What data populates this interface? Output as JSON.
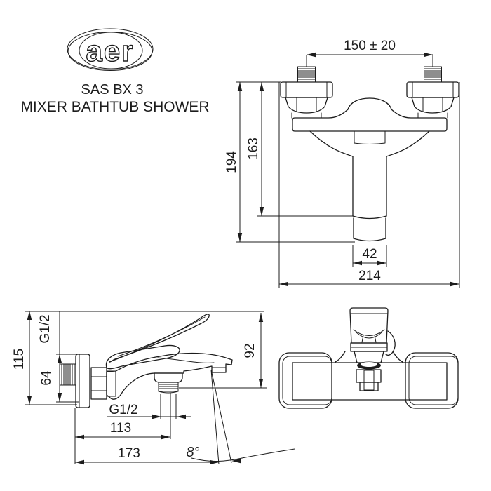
{
  "logo": {
    "text": "aer"
  },
  "title": {
    "model": "SAS BX 3",
    "product": "MIXER BATHTUB SHOWER"
  },
  "front": {
    "center_distance": "150 ± 20",
    "total_height": "194",
    "spout_height": "163",
    "spout_width": "42",
    "overall_width": "214"
  },
  "side": {
    "inlet_thread": "G1/2",
    "overall_height": "115",
    "flange_height": "64",
    "outlet_thread": "G1/2",
    "outlet_offset": "113",
    "total_depth": "173",
    "spout_angle": "8°"
  },
  "top": {
    "body_width": "92"
  },
  "colors": {
    "line": "#1c1c1c",
    "background": "#ffffff"
  }
}
